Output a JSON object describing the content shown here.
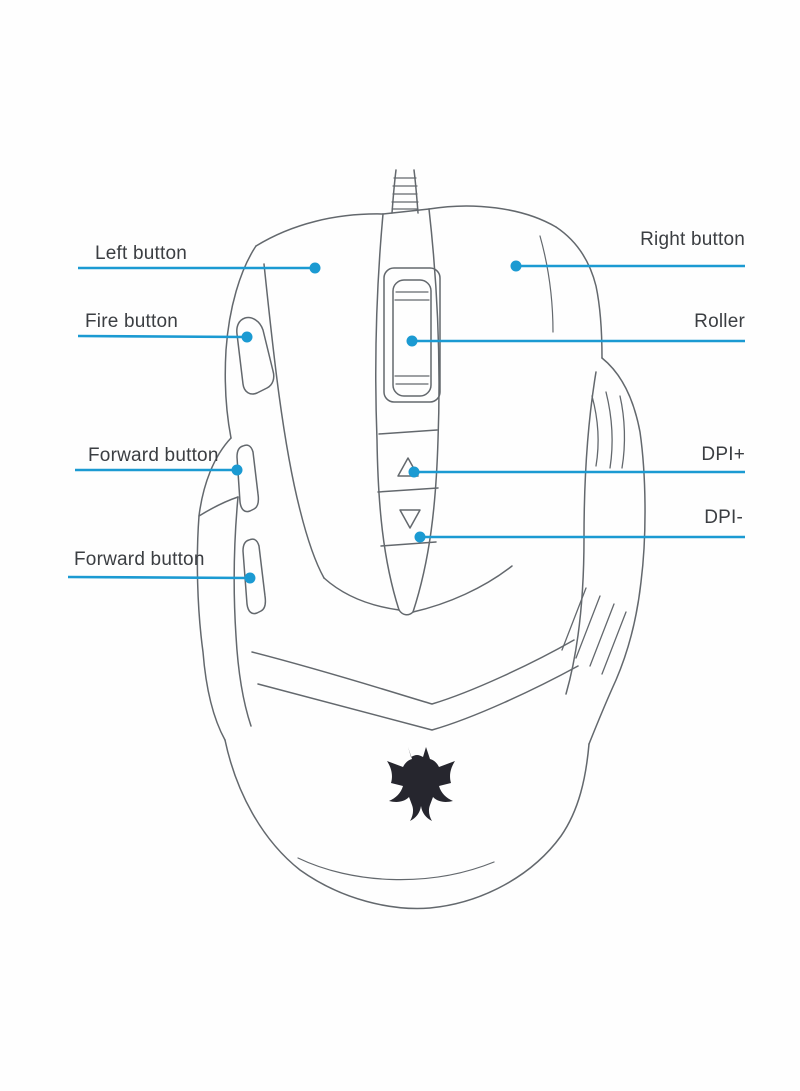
{
  "figure": {
    "type": "annotated-diagram",
    "subject": "gaming mouse top view with labeled parts",
    "accent_color": "#1b9ad2",
    "line_color": "#63686d",
    "text_color": "#3b3e42",
    "logo_color": "#26262e"
  },
  "labels": {
    "left": [
      {
        "text": "Left button"
      },
      {
        "text": "Fire button"
      },
      {
        "text": "Forward button"
      },
      {
        "text": "Forward button"
      }
    ],
    "right": [
      {
        "text": "Right button"
      },
      {
        "text": "Roller"
      },
      {
        "text": "DPI+"
      },
      {
        "text": "DPI-"
      }
    ]
  }
}
